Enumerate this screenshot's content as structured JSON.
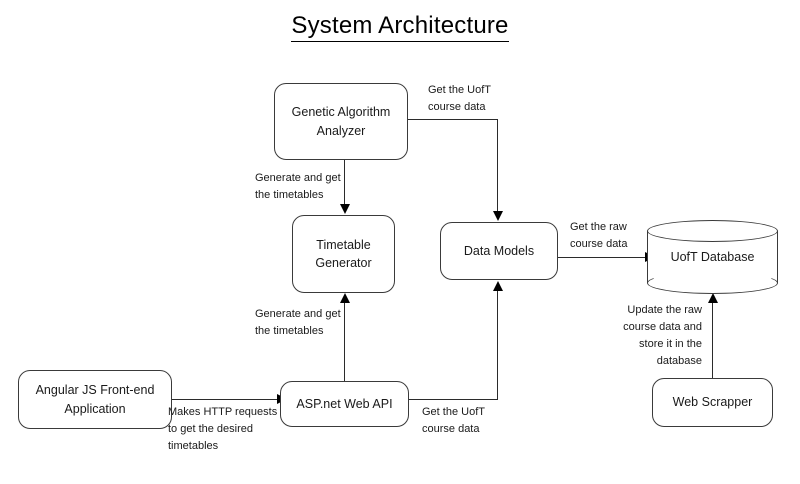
{
  "title": "System Architecture",
  "diagram": {
    "type": "flowchart",
    "nodes": [
      {
        "id": "genetic-algorithm-analyzer",
        "label": "Genetic Algorithm\nAnalyzer",
        "shape": "rounded-rect"
      },
      {
        "id": "timetable-generator",
        "label": "Timetable\nGenerator",
        "shape": "rounded-rect"
      },
      {
        "id": "data-models",
        "label": "Data Models",
        "shape": "rounded-rect"
      },
      {
        "id": "uoft-database",
        "label": "UofT Database",
        "shape": "cylinder"
      },
      {
        "id": "angular-js-front-end-application",
        "label": "Angular JS Front-end\nApplication",
        "shape": "rounded-rect"
      },
      {
        "id": "asp-net-web-api",
        "label": "ASP.net Web API",
        "shape": "rounded-rect"
      },
      {
        "id": "web-scrapper",
        "label": "Web Scrapper",
        "shape": "rounded-rect"
      }
    ],
    "edges": [
      {
        "id": "ga-to-data-models",
        "from": "genetic-algorithm-analyzer",
        "to": "data-models",
        "label": "Get the UofT\ncourse data",
        "direction": "down"
      },
      {
        "id": "ga-to-timetable-generator",
        "from": "genetic-algorithm-analyzer",
        "to": "timetable-generator",
        "label": "Generate and get\nthe timetables",
        "direction": "down"
      },
      {
        "id": "web-api-to-timetable-generator",
        "from": "asp-net-web-api",
        "to": "timetable-generator",
        "label": "Generate and get\nthe timetables",
        "direction": "up"
      },
      {
        "id": "data-models-to-uoft-database",
        "from": "data-models",
        "to": "uoft-database",
        "label": "Get the raw\ncourse data",
        "direction": "right"
      },
      {
        "id": "web-scrapper-to-uoft-database",
        "from": "web-scrapper",
        "to": "uoft-database",
        "label": "Update the raw\ncourse data and\nstore it in the\ndatabase",
        "direction": "up"
      },
      {
        "id": "front-end-to-web-api",
        "from": "angular-js-front-end-application",
        "to": "asp-net-web-api",
        "label": "Makes HTTP requests\nto get the desired\ntimetables",
        "direction": "right"
      },
      {
        "id": "web-api-to-data-models",
        "from": "asp-net-web-api",
        "to": "data-models",
        "label": "Get the UofT\ncourse data",
        "direction": "up"
      }
    ]
  },
  "colors": {
    "background": "#ffffff",
    "stroke": "#3a3a3a",
    "connector": "#2b2b2b",
    "text": "#1a1a1a"
  }
}
